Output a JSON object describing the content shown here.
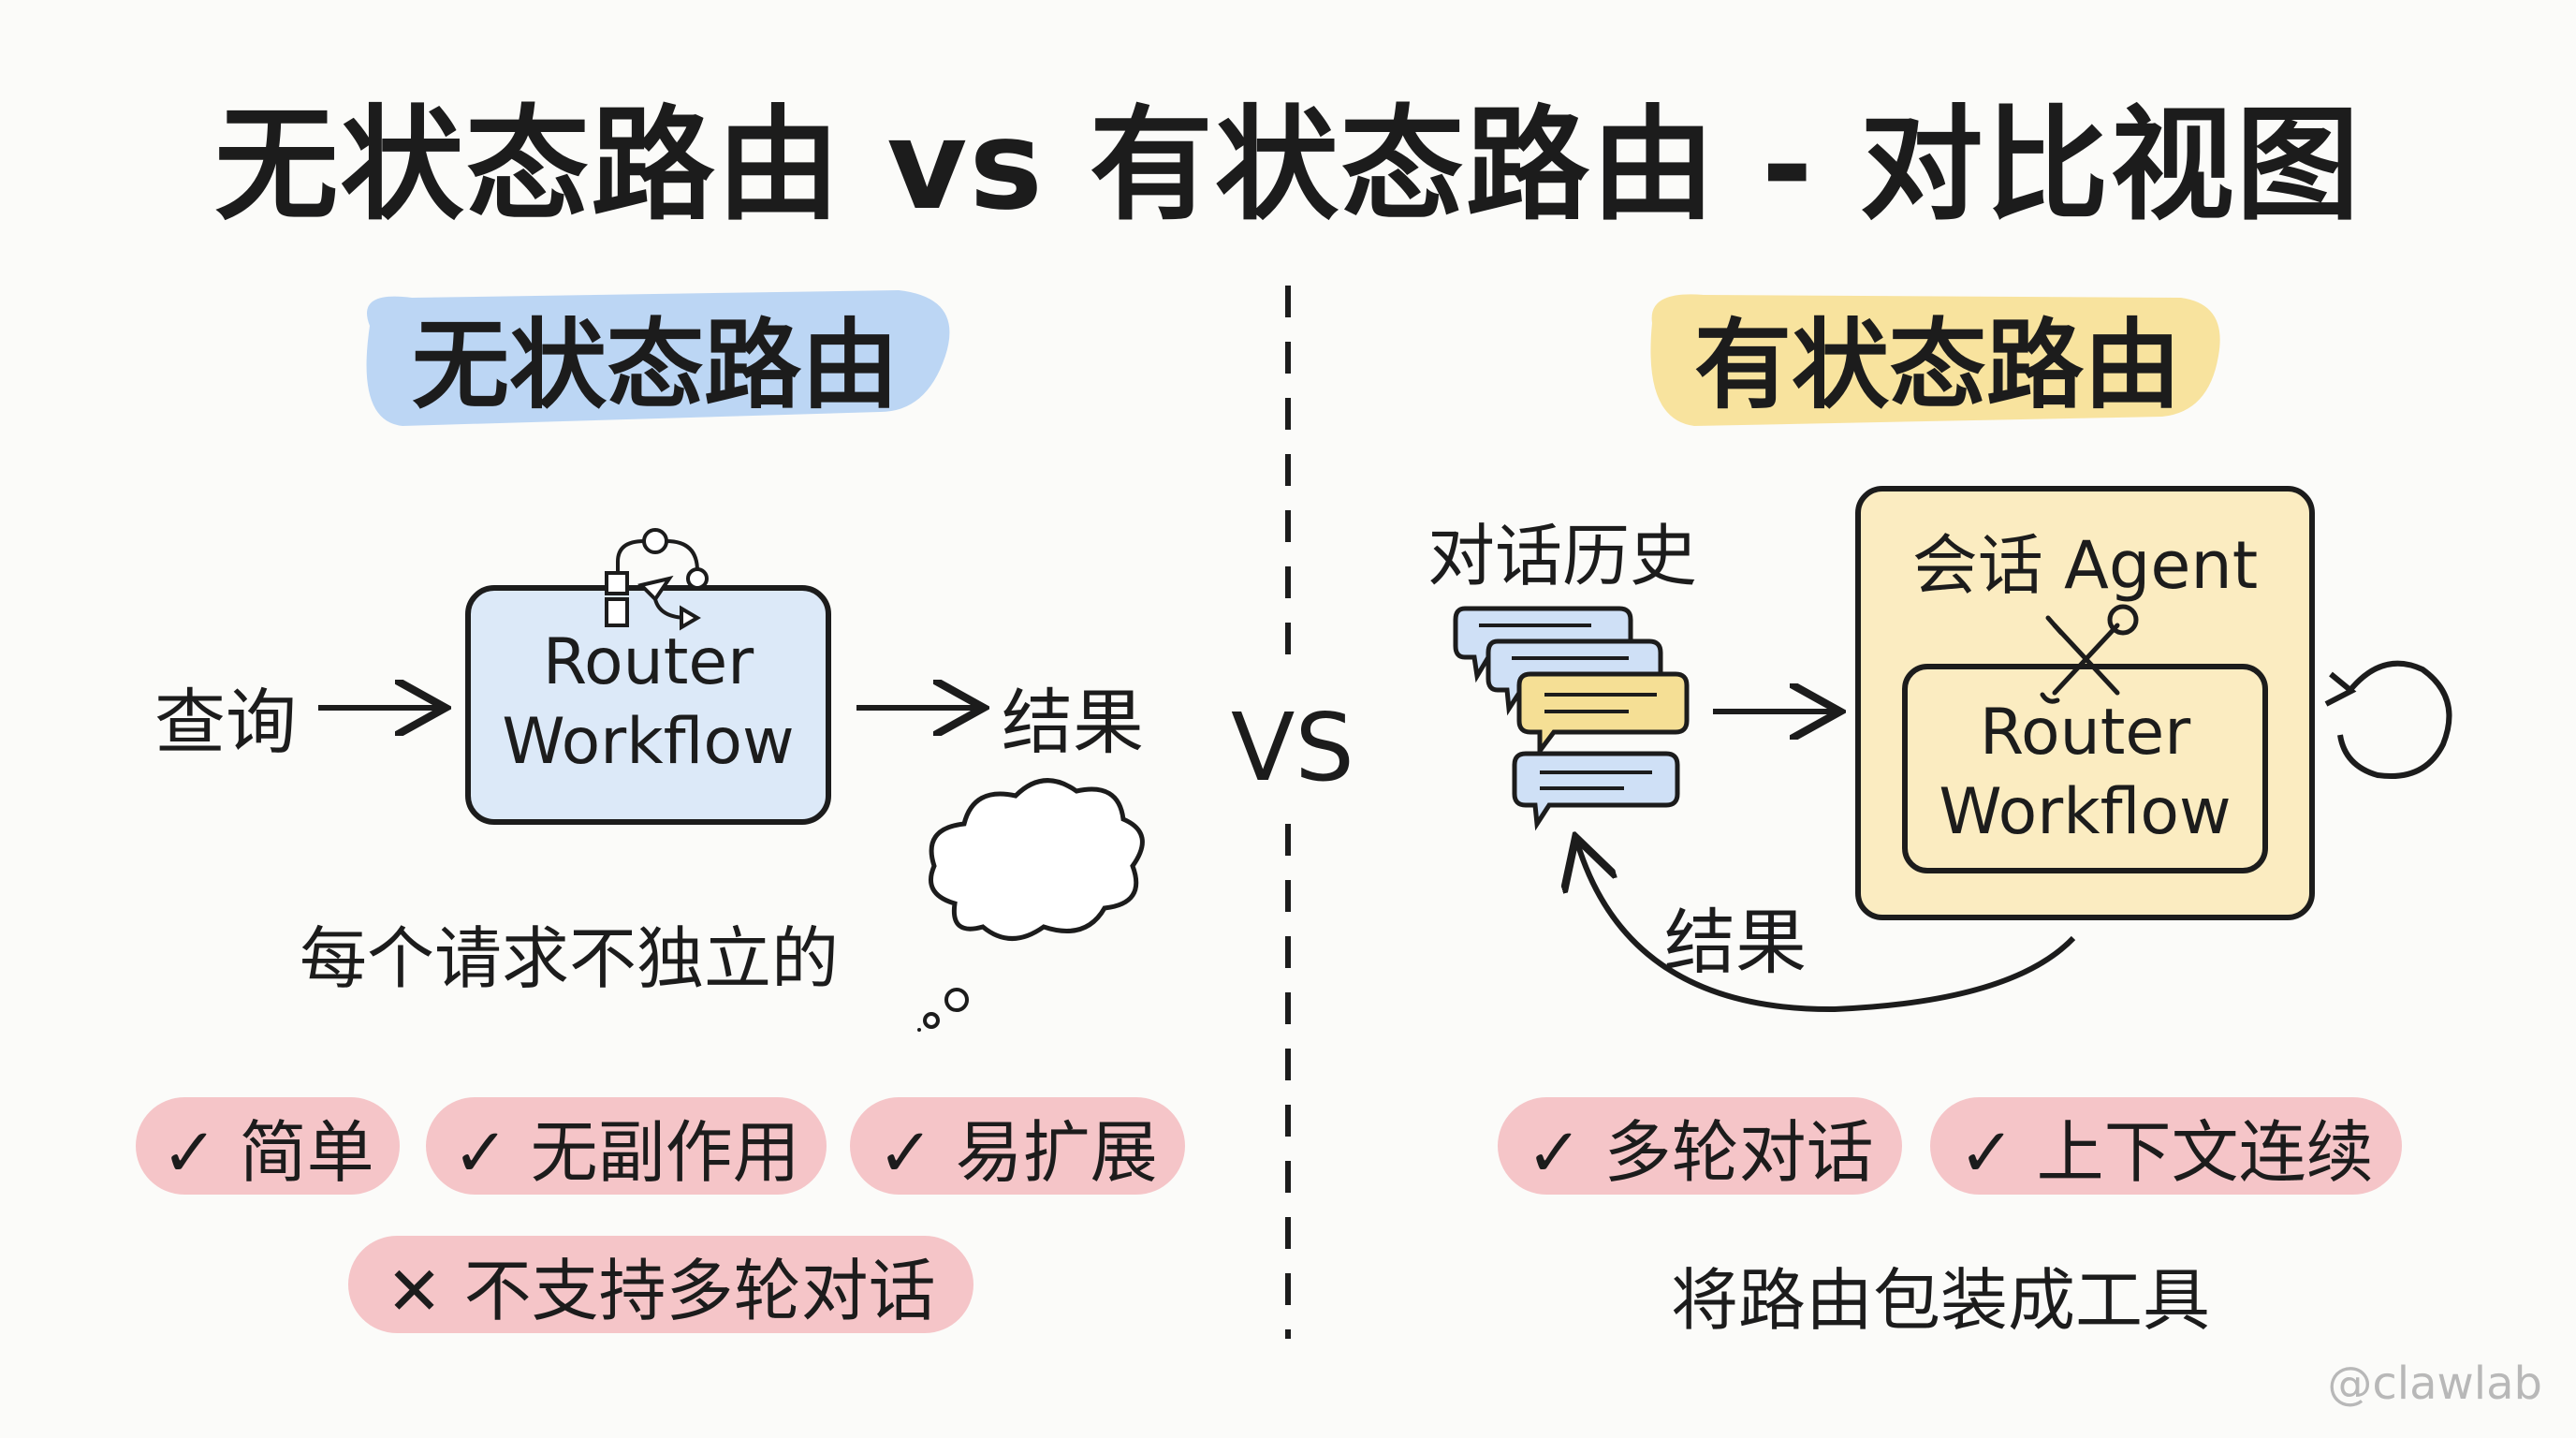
{
  "title": "无状态路由 vs 有状态路由 - 对比视图",
  "vs_label": "VS",
  "left": {
    "heading": "无状态路由",
    "query": "查询",
    "box_line1": "Router",
    "box_line2": "Workflow",
    "result": "结果",
    "note": "每个请求不独立的",
    "pros": [
      "✓ 简单",
      "✓ 无副作用",
      "✓ 易扩展"
    ],
    "con": "✕ 不支持多轮对话"
  },
  "right": {
    "history": "对话历史",
    "heading": "有状态路由",
    "agent_title": "会话 Agent",
    "box_line1": "Router",
    "box_line2": "Workflow",
    "result": "结果",
    "pros": [
      "✓ 多轮对话",
      "✓ 上下文连续"
    ],
    "note": "将路由包装成工具"
  },
  "watermark": "@clawlab",
  "colors": {
    "blue_highlight": "#bcd6f4",
    "yellow_highlight": "#f8e39e",
    "box_blue": "#dce9f8",
    "box_yellow": "#fbecc1",
    "pill_pink": "#f5c5c8",
    "ink": "#1c1c1c"
  }
}
